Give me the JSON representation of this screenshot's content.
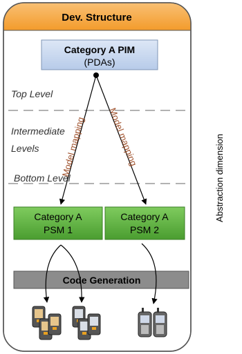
{
  "title": "Dev. Structure",
  "pim": {
    "line1": "Category A PIM",
    "line2": "(PDAs)"
  },
  "levels": {
    "top": "Top Level",
    "intermediate_1": "Intermediate",
    "intermediate_2": "Levels",
    "bottom": "Bottom Level"
  },
  "mappings": {
    "left": "Model mapping",
    "right": "Model mapping"
  },
  "psm1": {
    "line1": "Category A",
    "line2": "PSM 1"
  },
  "psm2": {
    "line1": "Category A",
    "line2": "PSM 2"
  },
  "code_generation": "Code Generation",
  "side_axis": "Abstraction dimension",
  "colors": {
    "header_fill": "#f6a43a",
    "frame_stroke": "#555555",
    "pim_fill": "#c9d8ef",
    "psm_fill": "#62b542",
    "codegen_fill": "#8c8c8c",
    "mapping_text": "#a0522d"
  }
}
